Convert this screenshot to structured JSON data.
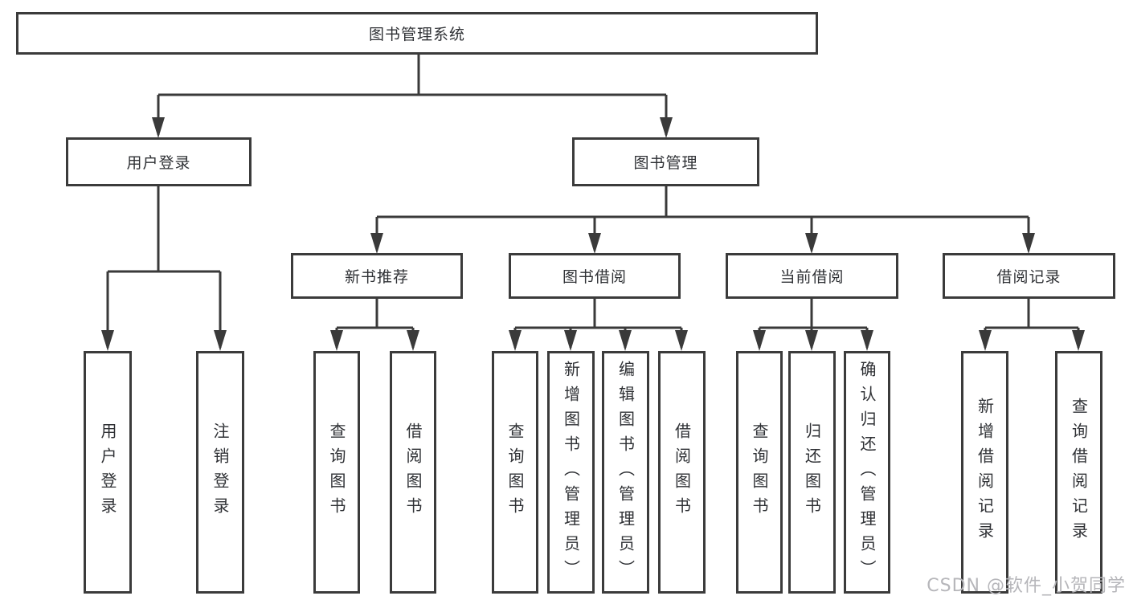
{
  "diagram": {
    "title": "图书管理系统",
    "root": {
      "label": "图书管理系统"
    },
    "level2": [
      {
        "label": "用户登录"
      },
      {
        "label": "图书管理"
      }
    ],
    "level3": [
      {
        "label": "新书推荐"
      },
      {
        "label": "图书借阅"
      },
      {
        "label": "当前借阅"
      },
      {
        "label": "借阅记录"
      }
    ],
    "leaves": {
      "user_login": [
        {
          "label": "用户登录"
        },
        {
          "label": "注销登录"
        }
      ],
      "new_book": [
        {
          "label": "查询图书"
        },
        {
          "label": "借阅图书"
        }
      ],
      "book_borrow": [
        {
          "label": "查询图书"
        },
        {
          "label": "新增图书（管理员）"
        },
        {
          "label": "编辑图书（管理员）"
        },
        {
          "label": "借阅图书"
        }
      ],
      "current_borrow": [
        {
          "label": "查询图书"
        },
        {
          "label": "归还图书"
        },
        {
          "label": "确认归还（管理员）"
        }
      ],
      "borrow_record": [
        {
          "label": "新增借阅记录"
        },
        {
          "label": "查询借阅记录"
        }
      ]
    }
  },
  "watermark": {
    "text": "CSDN @软件_小贺同学"
  },
  "colors": {
    "line": "#3a3a3a",
    "border": "#3b3b3b",
    "text": "#2f3135",
    "watermark": "#b6b6ba"
  }
}
